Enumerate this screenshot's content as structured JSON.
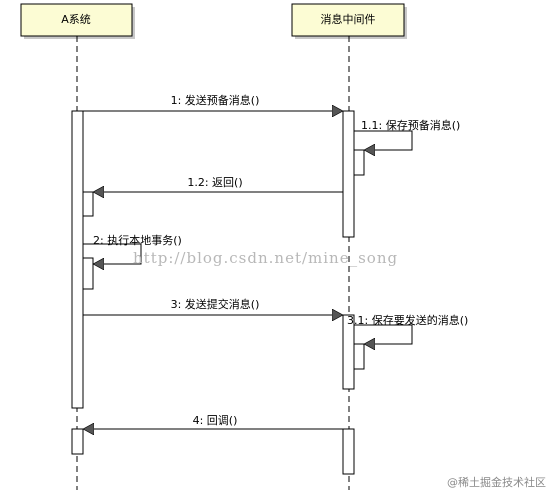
{
  "participants": {
    "a_system": "A系统",
    "middleware": "消息中间件"
  },
  "messages": [
    {
      "label": "1: 发送预备消息()"
    },
    {
      "label": "1.1: 保存预备消息()"
    },
    {
      "label": "1.2: 返回()"
    },
    {
      "label": "2: 执行本地事务()"
    },
    {
      "label": "3: 发送提交消息()"
    },
    {
      "label": "3.1: 保存要发送的消息()"
    },
    {
      "label": "4: 回调()"
    }
  ],
  "watermark": "http://blog.csdn.net/mine_song",
  "corner_credit": "@稀土掘金技术社区",
  "colors": {
    "header_fill": "#fcfcd4",
    "header_shadow": "#c8c8c8",
    "line": "#000000",
    "arrow_fill": "#555555"
  }
}
